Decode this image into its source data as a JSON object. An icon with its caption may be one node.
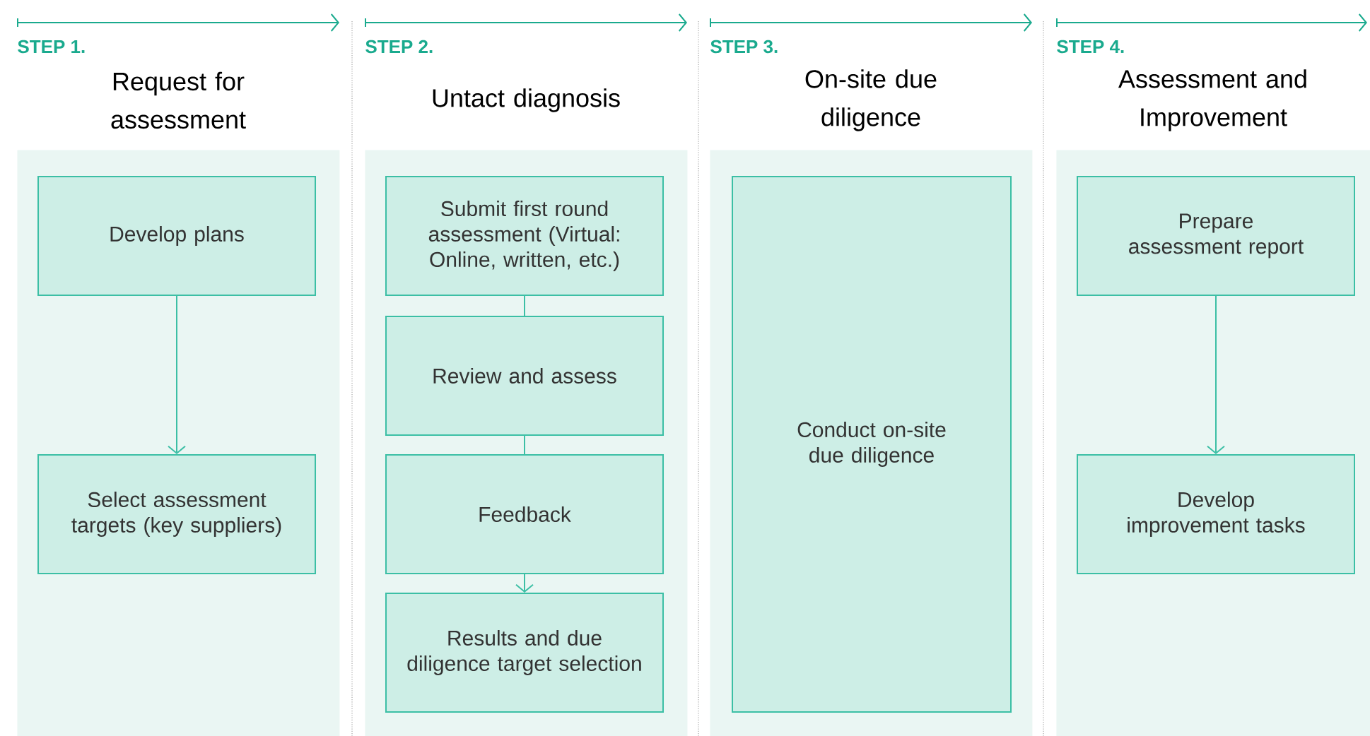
{
  "diagram": {
    "nodes": [
      {
        "text": [
          "STEP 1.",
          "Request for assessment"
        ]
      },
      {
        "text": [
          "Develop plans"
        ],
        "in": 0
      },
      {
        "text": [
          "Select assessment targets (key suppliers)"
        ],
        "in": 0
      },
      {
        "text": [
          "STEP 2.",
          "Untact diagnosis"
        ]
      },
      {
        "text": [
          "Submit first round assessment (Virtual: Online, written, etc.)"
        ],
        "in": 3
      },
      {
        "text": [
          "Review and assess"
        ],
        "in": 3
      },
      {
        "text": [
          "Feedback"
        ],
        "in": 3
      },
      {
        "text": [
          "Results and due diligence target selection"
        ],
        "in": 3
      },
      {
        "text": [
          "STEP 3.",
          "On-site due diligence"
        ]
      },
      {
        "text": [
          "Conduct on-site due diligence"
        ],
        "in": 8
      },
      {
        "text": [
          "STEP 4.",
          "Assessment and Improvement"
        ]
      },
      {
        "text": [
          "Prepare assessment report"
        ],
        "in": 10
      },
      {
        "text": [
          "Develop improvement tasks"
        ],
        "in": 10
      }
    ],
    "edges": [
      {
        "from": 1,
        "to": 2,
        "arrow": "to"
      },
      {
        "from": 4,
        "to": 5,
        "arrow": "none"
      },
      {
        "from": 5,
        "to": 6,
        "arrow": "none"
      },
      {
        "from": 6,
        "to": 7,
        "arrow": "to"
      },
      {
        "from": 11,
        "to": 12,
        "arrow": "to"
      }
    ]
  }
}
